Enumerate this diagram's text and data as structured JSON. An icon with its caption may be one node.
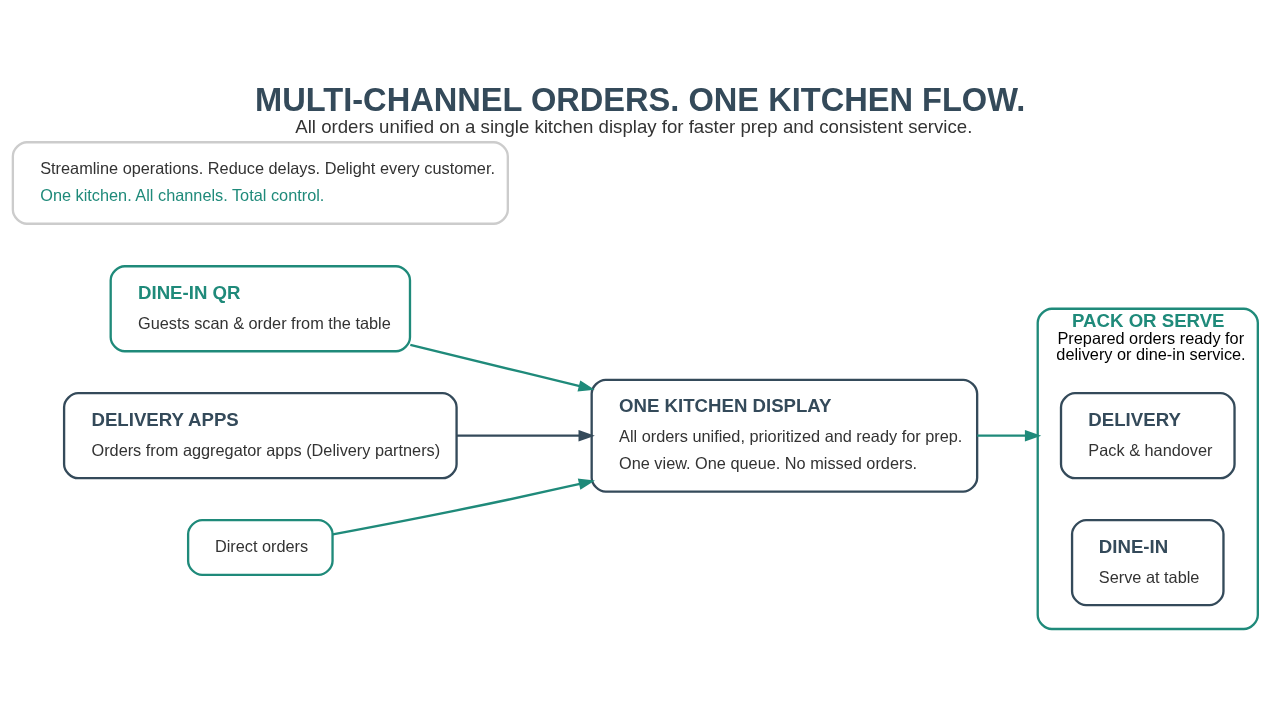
{
  "diagram": {
    "title": "MULTI-CHANNEL ORDERS. ONE KITCHEN FLOW.",
    "caption": "All orders unified on a single kitchen display for faster prep and consistent service.",
    "nodes": [
      {
        "text": [
          "DINE-IN QR",
          "Guests scan & order from the table"
        ]
      },
      {
        "text": [
          "DELIVERY APPS",
          "Orders from aggregator apps (Delivery partners)"
        ]
      },
      {
        "text": [
          "Direct orders"
        ]
      },
      {
        "text": [
          "ONE KITCHEN DISPLAY",
          "All orders unified, prioritized and ready for prep.",
          "One view. One queue. No missed orders."
        ]
      },
      {
        "text": [
          "PACK OR SERVE",
          "Prepared orders ready for delivery or dine-in service."
        ]
      },
      {
        "text": [
          "DELIVERY",
          "Pack & handover"
        ],
        "in": 4
      },
      {
        "text": [
          "DINE-IN",
          "Serve at table"
        ],
        "in": 4
      },
      {
        "text": [
          "Streamline operations. Reduce delays. Delight every customer.",
          "One kitchen. All channels. Total control."
        ]
      }
    ],
    "edges": [
      {
        "from": 0,
        "to": 3,
        "arrow": "to"
      },
      {
        "from": 1,
        "to": 3,
        "arrow": "to",
        "color": "#344a5a"
      },
      {
        "from": 2,
        "to": 3,
        "arrow": "to"
      },
      {
        "from": 3,
        "to": 4,
        "arrow": "to"
      }
    ]
  }
}
